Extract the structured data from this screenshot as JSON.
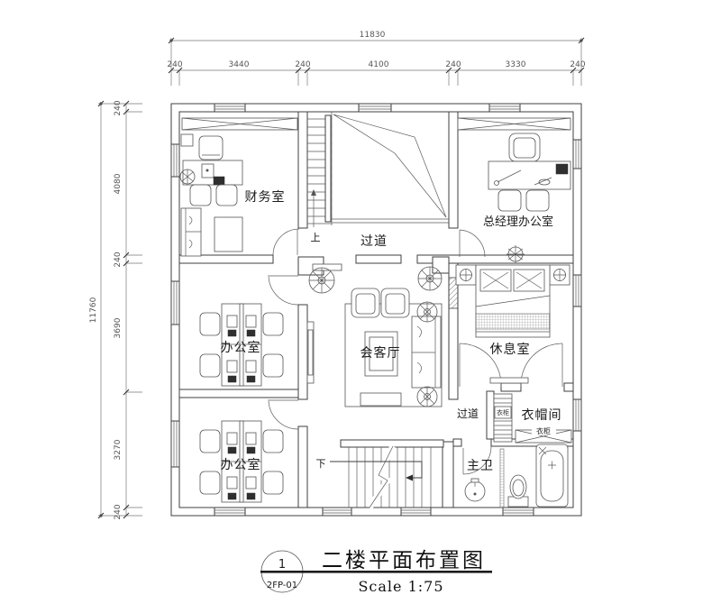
{
  "sheet": {
    "number": "1",
    "code": "2FP-01",
    "title": "二楼平面布置图",
    "scale": "Scale 1:75"
  },
  "labels": {
    "finance": "财务室",
    "gm_office": "总经理办公室",
    "corridor": "过道",
    "office_a": "办公室",
    "office_b": "办公室",
    "meeting": "会客厅",
    "rest": "休息室",
    "corridor2": "过道",
    "cloakroom": "衣帽间",
    "bath": "主卫",
    "wardrobe_a": "衣柜",
    "wardrobe_b": "衣柜",
    "stair_up": "上",
    "stair_down": "下"
  },
  "dimensions": {
    "top": {
      "total": "11830",
      "segments": [
        "240",
        "3440",
        "240",
        "4100",
        "240",
        "3330",
        "240"
      ]
    },
    "left": {
      "total": "11760",
      "segments": [
        "240",
        "4080",
        "240",
        "3690",
        "3270",
        "240"
      ]
    }
  },
  "colors": {
    "line": "#3f3f3f",
    "text": "#1a1a1a",
    "background": "#ffffff"
  }
}
